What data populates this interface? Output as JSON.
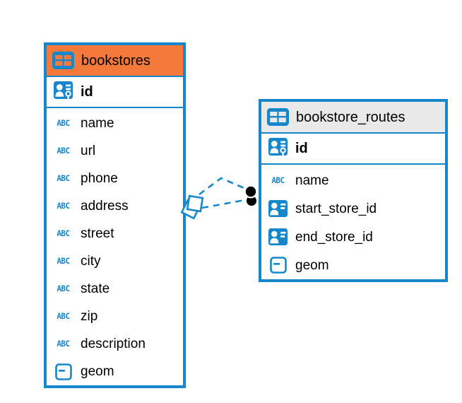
{
  "diagram": {
    "background": "#ffffff",
    "accent_blue": "#1787CB",
    "connector": {
      "style": "dashed",
      "color": "#1787CB",
      "from_table": "bookstores",
      "to_table": "bookstore_routes",
      "from_end_symbol": "double-diamond",
      "to_end_symbol": "double-dot"
    }
  },
  "icons": {
    "table": "table-icon",
    "primary_key": "primary-key-icon",
    "foreign_key": "foreign-key-icon",
    "text_type_glyph": "ABC",
    "geometry": "geometry-type-icon"
  },
  "tables": [
    {
      "name": "bookstores",
      "header_color": "#F5793B",
      "primary_key": "id",
      "columns": [
        {
          "label": "name",
          "type": "text"
        },
        {
          "label": "url",
          "type": "text"
        },
        {
          "label": "phone",
          "type": "text"
        },
        {
          "label": "address",
          "type": "text"
        },
        {
          "label": "street",
          "type": "text"
        },
        {
          "label": "city",
          "type": "text"
        },
        {
          "label": "state",
          "type": "text"
        },
        {
          "label": "zip",
          "type": "text"
        },
        {
          "label": "description",
          "type": "text"
        },
        {
          "label": "geom",
          "type": "geometry"
        }
      ]
    },
    {
      "name": "bookstore_routes",
      "header_color": "#E9E9E9",
      "primary_key": "id",
      "columns": [
        {
          "label": "name",
          "type": "text"
        },
        {
          "label": "start_store_id",
          "type": "reference"
        },
        {
          "label": "end_store_id",
          "type": "reference"
        },
        {
          "label": "geom",
          "type": "geometry"
        }
      ]
    }
  ]
}
